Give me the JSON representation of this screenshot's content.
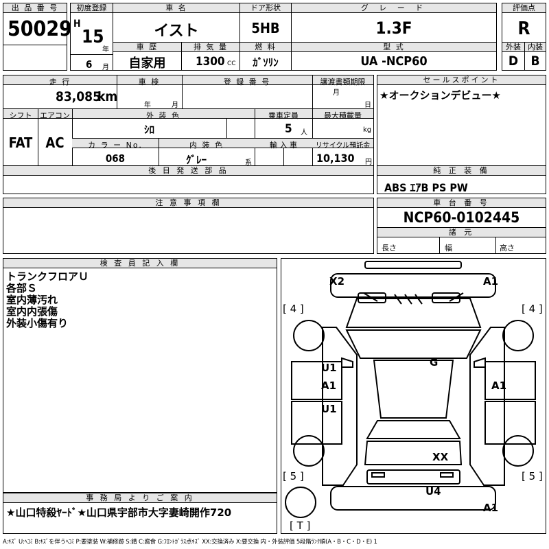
{
  "header": {
    "lot_label": "出 品 番 号",
    "lot_number": "50029",
    "first_reg_label": "初度登録",
    "era": "H",
    "year": "15",
    "year_unit": "年",
    "month": "6",
    "month_unit": "月",
    "car_name_label": "車 名",
    "car_name": "イスト",
    "door_label": "ドア形状",
    "door": "5HB",
    "grade_label": "グ レ ー ド",
    "grade": "1.3F",
    "score_label": "評価点",
    "score": "R",
    "history_label": "車 歴",
    "history": "自家用",
    "displacement_label": "排 気 量",
    "displacement": "1300",
    "displacement_unit": "CC",
    "fuel_label": "燃 料",
    "fuel": "ｶﾞｿﾘﾝ",
    "model_label": "型 式",
    "model": "UA -NCP60",
    "exterior_label": "外装",
    "exterior": "D",
    "interior_label": "内装",
    "interior": "B"
  },
  "row2": {
    "mileage_label": "走 行",
    "mileage": "83,085",
    "mileage_unit": "km",
    "inspection_label": "車 検",
    "inspection_year": "年",
    "inspection_month": "月",
    "regno_label": "登 録 番 号",
    "transfer_label": "譲渡書類期限",
    "transfer_month": "月",
    "transfer_day": "日",
    "shift_label": "シフト",
    "shift": "FAT",
    "ac_label": "エアコン",
    "ac": "AC",
    "color_label": "外 装 色",
    "color": "ｼﾛ",
    "capacity_label": "乗車定員",
    "capacity": "5",
    "capacity_unit": "人",
    "load_label": "最大積載量",
    "load_unit": "kg",
    "colorno_label": "カ ラ ー No.",
    "colorno": "068",
    "intcolor_label": "内 装 色",
    "intcolor": "ｸﾞﾚｰ",
    "intcolor_unit": "系",
    "import_label": "輸 入 車",
    "recycle_label": "リサイクル預託金",
    "recycle": "10,130",
    "recycle_unit": "円",
    "later_label": "後 日 発 送 部 品"
  },
  "sales": {
    "label": "セールスポイント",
    "text": "★オークションデビュー★"
  },
  "equipment": {
    "label": "純 正 装 備",
    "text": "ABS ｴｱB PS PW"
  },
  "notice": {
    "label": "注 意 事 項 欄"
  },
  "chassis": {
    "label": "車 台 番 号",
    "number": "NCP60-0102445",
    "dims_label": "諸 元",
    "length": "長さ",
    "width": "幅",
    "height": "高さ"
  },
  "inspector": {
    "label": "検 査 員 記 入 欄",
    "lines": [
      "トランクフロアＵ",
      "各部Ｓ",
      "室内薄汚れ",
      "室内内張傷",
      "外装小傷有り"
    ]
  },
  "office": {
    "label": "事 務 局 よ り ご 案 内",
    "text": "★山口特殺ﾔｰﾄﾞ★山口県宇部市大字妻崎開作720"
  },
  "diagram": {
    "marks": {
      "x2": "X2",
      "a1_fr": "A1",
      "u1_a": "U1",
      "a1_l": "A1",
      "u1_b": "U1",
      "g": "G",
      "a1_r": "A1",
      "xx": "XX",
      "u4": "U4",
      "a1_rear": "A1",
      "tire_fl": "[ 4 ]",
      "tire_fr": "[ 4 ]",
      "tire_rl": "[ 5 ]",
      "tire_rr": "[ 5 ]",
      "spare": "[ T ]"
    }
  },
  "legend": "A:ｷｽﾞ U:ﾍｺﾐ B:ｷｽﾞを伴うﾍｺﾐ P:要塗装 W:補修跡 S:錆 C:腐食 G:ﾌﾛﾝﾄｶﾞﾗｽ点ｷｽﾞ XX:交換済み X:要交換 内・外装評価 5段階ﾗﾝｸ順(A・B・C・D・E) 1"
}
